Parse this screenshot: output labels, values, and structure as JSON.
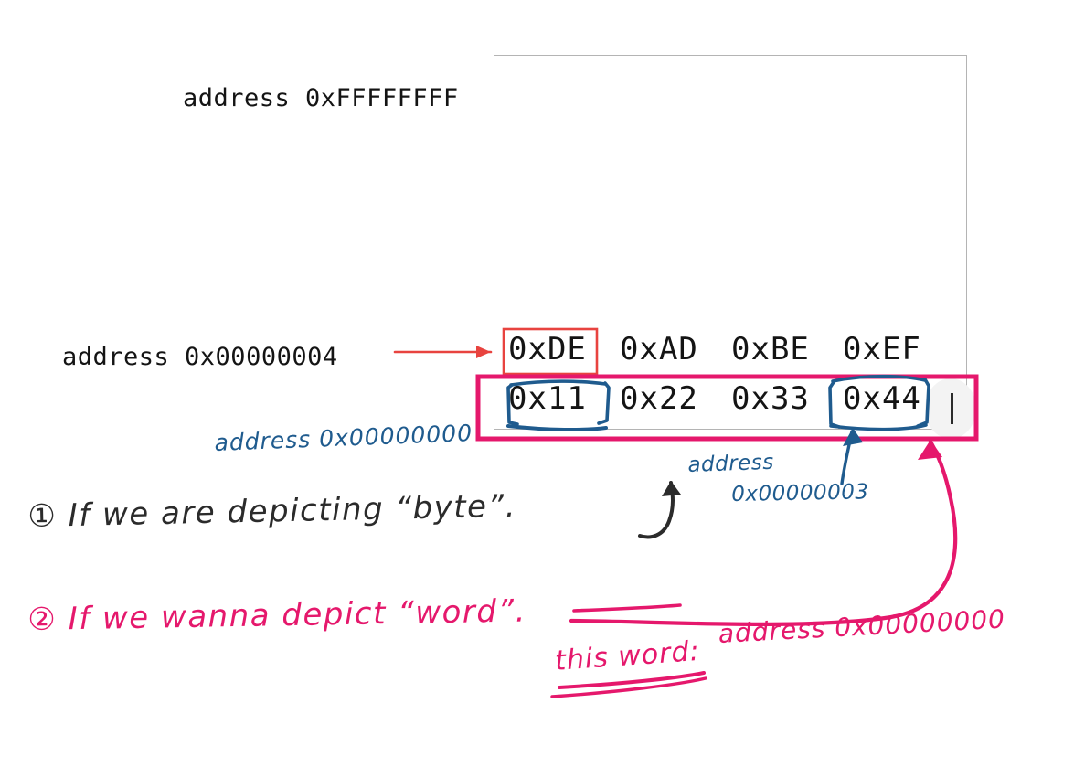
{
  "diagram": {
    "title_note": "memory layout byte vs word addressing sketch",
    "memory_box": {
      "name": "memory-region"
    },
    "typed_labels": {
      "top_address": "address 0xFFFFFFFF",
      "mid_address": "address 0x00000004"
    },
    "rows": [
      {
        "name": "row-address-0x00000004",
        "cells": [
          "0xDE",
          "0xAD",
          "0xBE",
          "0xEF"
        ]
      },
      {
        "name": "row-address-0x00000000",
        "cells": [
          "0x11",
          "0x22",
          "0x33",
          "0x44"
        ]
      }
    ],
    "annotations": {
      "blue_address_low": "address 0x00000000",
      "blue_address_byte3_line1": "address",
      "blue_address_byte3_line2": "0x00000003",
      "note_one": "① If we are depicting “byte”.",
      "note_two": "② If we wanna depict “word”.",
      "this_word_label": "this word:",
      "word_address": "address 0x00000000"
    },
    "colors": {
      "pink": "#e5186c",
      "blue": "#1f5b8e",
      "red": "#e8433f",
      "black": "#2b2b2b",
      "box_grey": "#b4b4b4"
    }
  }
}
